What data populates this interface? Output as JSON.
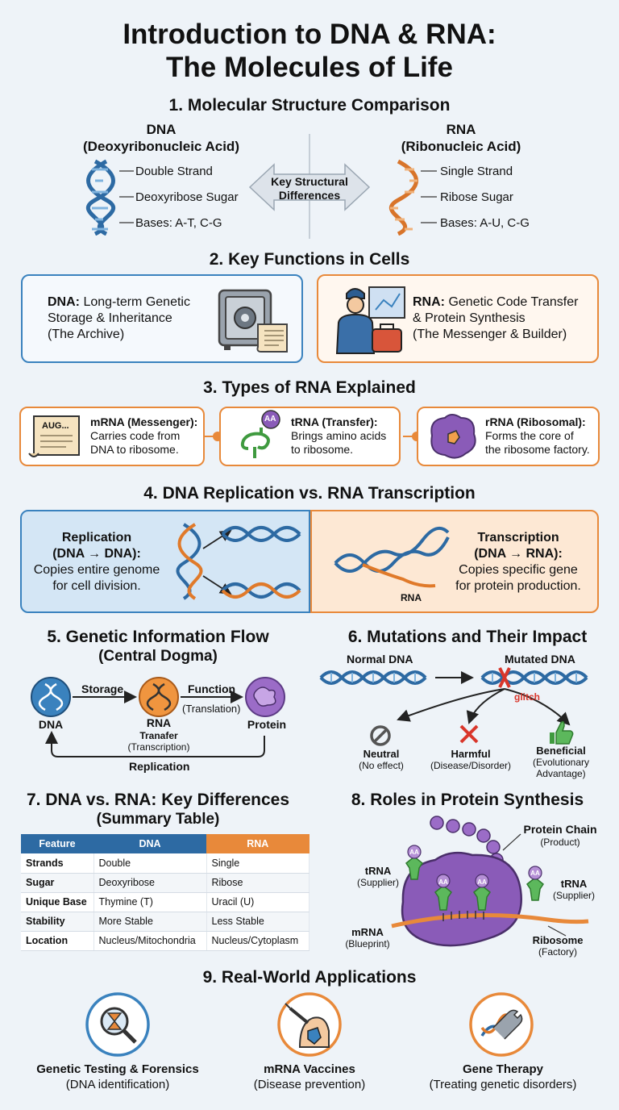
{
  "title": {
    "line1": "Introduction to DNA & RNA:",
    "line2": "The Molecules of Life"
  },
  "s1": {
    "heading": "1. Molecular Structure Comparison",
    "dna_name": "DNA",
    "dna_full": "(Deoxyribonucleic Acid)",
    "dna_items": [
      "Double Strand",
      "Deoxyribose Sugar",
      "Bases: A-T, C-G"
    ],
    "arrow_label": [
      "Key Structural",
      "Differences"
    ],
    "rna_name": "RNA",
    "rna_full": "(Ribonucleic Acid)",
    "rna_items": [
      "Single Strand",
      "Ribose Sugar",
      "Bases: A-U, C-G"
    ]
  },
  "s2": {
    "heading": "2. Key Functions in Cells",
    "dna_label": "DNA:",
    "dna_text": [
      "Long-term Genetic",
      "Storage & Inheritance",
      "(The Archive)"
    ],
    "rna_label": "RNA:",
    "rna_text": [
      "Genetic Code Transfer",
      "& Protein Synthesis",
      "(The Messenger & Builder)"
    ]
  },
  "s3": {
    "heading": "3. Types of RNA Explained",
    "scroll_text": "AUG...",
    "trna_badge": "AA",
    "items": [
      {
        "title": "mRNA (Messenger):",
        "line1": "Carries code from",
        "line2": "DNA to ribosome."
      },
      {
        "title": "tRNA (Transfer):",
        "line1": "Brings amino acids",
        "line2": "to ribosome."
      },
      {
        "title": "rRNA (Ribosomal):",
        "line1": "Forms the core of",
        "line2": "the ribosome factory."
      }
    ]
  },
  "s4": {
    "heading": "4. DNA Replication vs. RNA Transcription",
    "rep_title": "Replication",
    "rep_sub": "(DNA → DNA):",
    "rep_text": [
      "Copies entire genome",
      "for cell division."
    ],
    "tr_title": "Transcription",
    "tr_sub": "(DNA → RNA):",
    "tr_text": [
      "Copies specific gene",
      "for protein production."
    ],
    "rna_label": "RNA"
  },
  "s5": {
    "heading": [
      "5. Genetic Information Flow",
      "(Central Dogma)"
    ],
    "dna": "DNA",
    "rna": "RNA",
    "rna_sub": "Tranafer",
    "rna_sub2": "(Transcription)",
    "protein": "Protein",
    "storage": "Storage",
    "function": "Function",
    "translation": "(Translation)",
    "replication": "Replication"
  },
  "s6": {
    "heading": "6. Mutations and Their Impact",
    "normal": "Normal DNA",
    "mutated": "Mutated DNA",
    "glitch": "glitch",
    "outcomes": [
      {
        "title": "Neutral",
        "sub1": "(No effect)",
        "sub2": ""
      },
      {
        "title": "Harmful",
        "sub1": "(Disease/Disorder)",
        "sub2": ""
      },
      {
        "title": "Beneficial",
        "sub1": "(Evolutionary",
        "sub2": "Advantage)"
      }
    ]
  },
  "s7": {
    "heading": [
      "7. DNA vs. RNA: Key Differences",
      "(Summary Table)"
    ],
    "columns": [
      "Feature",
      "DNA",
      "RNA"
    ],
    "rows": [
      [
        "Strands",
        "Double",
        "Single"
      ],
      [
        "Sugar",
        "Deoxyribose",
        "Ribose"
      ],
      [
        "Unique Base",
        "Thymine (T)",
        "Uracil (U)"
      ],
      [
        "Stability",
        "More Stable",
        "Less Stable"
      ],
      [
        "Location",
        "Nucleus/Mitochondria",
        "Nucleus/Cytoplasm"
      ]
    ]
  },
  "s8": {
    "heading": "8. Roles in Protein Synthesis",
    "protein_chain": "Protein Chain",
    "product": "(Product)",
    "trna_left": "tRNA",
    "supplier_left": "(Supplier)",
    "trna_right": "tRNA",
    "supplier_right": "(Supplier)",
    "mrna": "mRNA",
    "blueprint": "(Blueprint)",
    "ribosome": "Ribosome",
    "factory": "(Factory)",
    "aa": "AA"
  },
  "s9": {
    "heading": "9. Real-World Applications",
    "apps": [
      {
        "title": "Genetic Testing & Forensics",
        "sub": "(DNA identification)"
      },
      {
        "title": "mRNA Vaccines",
        "sub": "(Disease prevention)"
      },
      {
        "title": "Gene Therapy",
        "sub": "(Treating genetic disorders)"
      }
    ]
  },
  "colors": {
    "dna_blue": "#3a82be",
    "rna_orange": "#e8893a",
    "ribosome_purple": "#8a5bb8",
    "trna_green": "#5cb85c",
    "mutation_red": "#d9362b"
  }
}
